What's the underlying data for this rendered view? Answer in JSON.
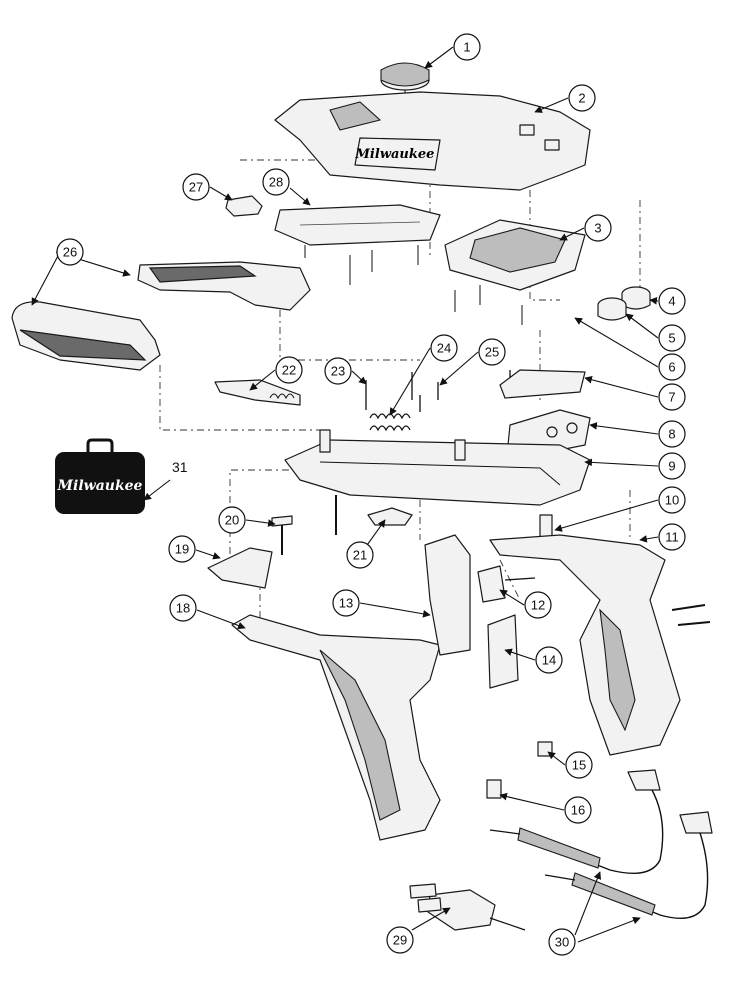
{
  "brand": {
    "logo_text": "Milwaukee"
  },
  "case_label": "31",
  "callouts": [
    "1",
    "2",
    "3",
    "4",
    "5",
    "6",
    "7",
    "8",
    "9",
    "10",
    "11",
    "12",
    "13",
    "14",
    "15",
    "16",
    "18",
    "19",
    "20",
    "21",
    "22",
    "23",
    "24",
    "25",
    "26",
    "27",
    "28",
    "29",
    "30"
  ]
}
